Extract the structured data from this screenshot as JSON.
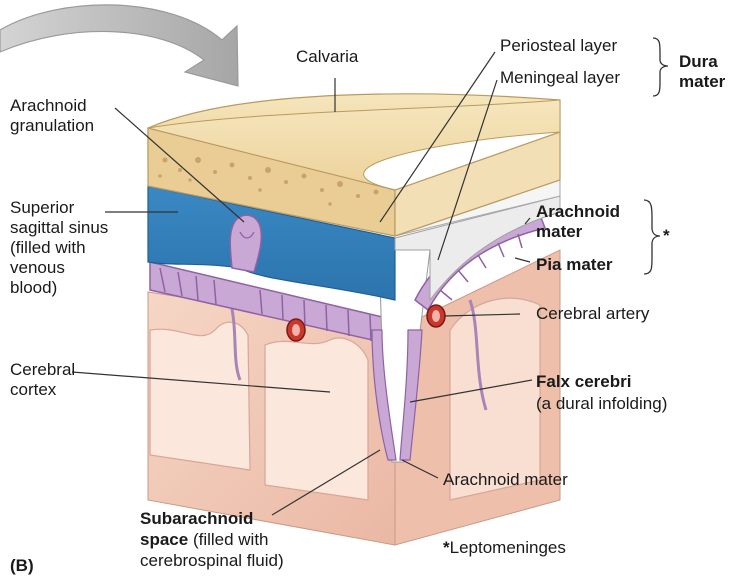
{
  "figure": {
    "panel_label": "(B)",
    "labels": {
      "calvaria": "Calvaria",
      "periosteal_layer": "Periosteal layer",
      "meningeal_layer": "Meningeal layer",
      "dura_mater": "Dura mater",
      "arachnoid_granulation": "Arachnoid granulation",
      "superior_sagittal_sinus": "Superior sagittal sinus (filled with venous blood)",
      "arachnoid_mater_top": "Arachnoid mater",
      "pia_mater": "Pia mater",
      "leptomeninges_marker": "*",
      "cerebral_artery": "Cerebral artery",
      "cerebral_cortex": "Cerebral cortex",
      "falx_cerebri": "Falx cerebri",
      "falx_note": "(a dural infolding)",
      "arachnoid_mater_bottom": "Arachnoid mater",
      "subarachnoid_bold": "Subarachnoid",
      "space_bold": "space",
      "subarachnoid_note_1": "(filled with",
      "subarachnoid_note_2": "cerebrospinal fluid)",
      "footnote_star": "*",
      "footnote_text": "Leptomeninges"
    },
    "colors": {
      "bone": "#efd9a8",
      "bone_spongy": "#e7c890",
      "sinus_blue": "#3f8dc6",
      "dura_gray": "#e4e4e4",
      "arachnoid_purple": "#a985b7",
      "brain_pink": "#f2c8b8",
      "artery_red": "#c8382c",
      "arrow_gray": "#b4b4b4"
    }
  }
}
